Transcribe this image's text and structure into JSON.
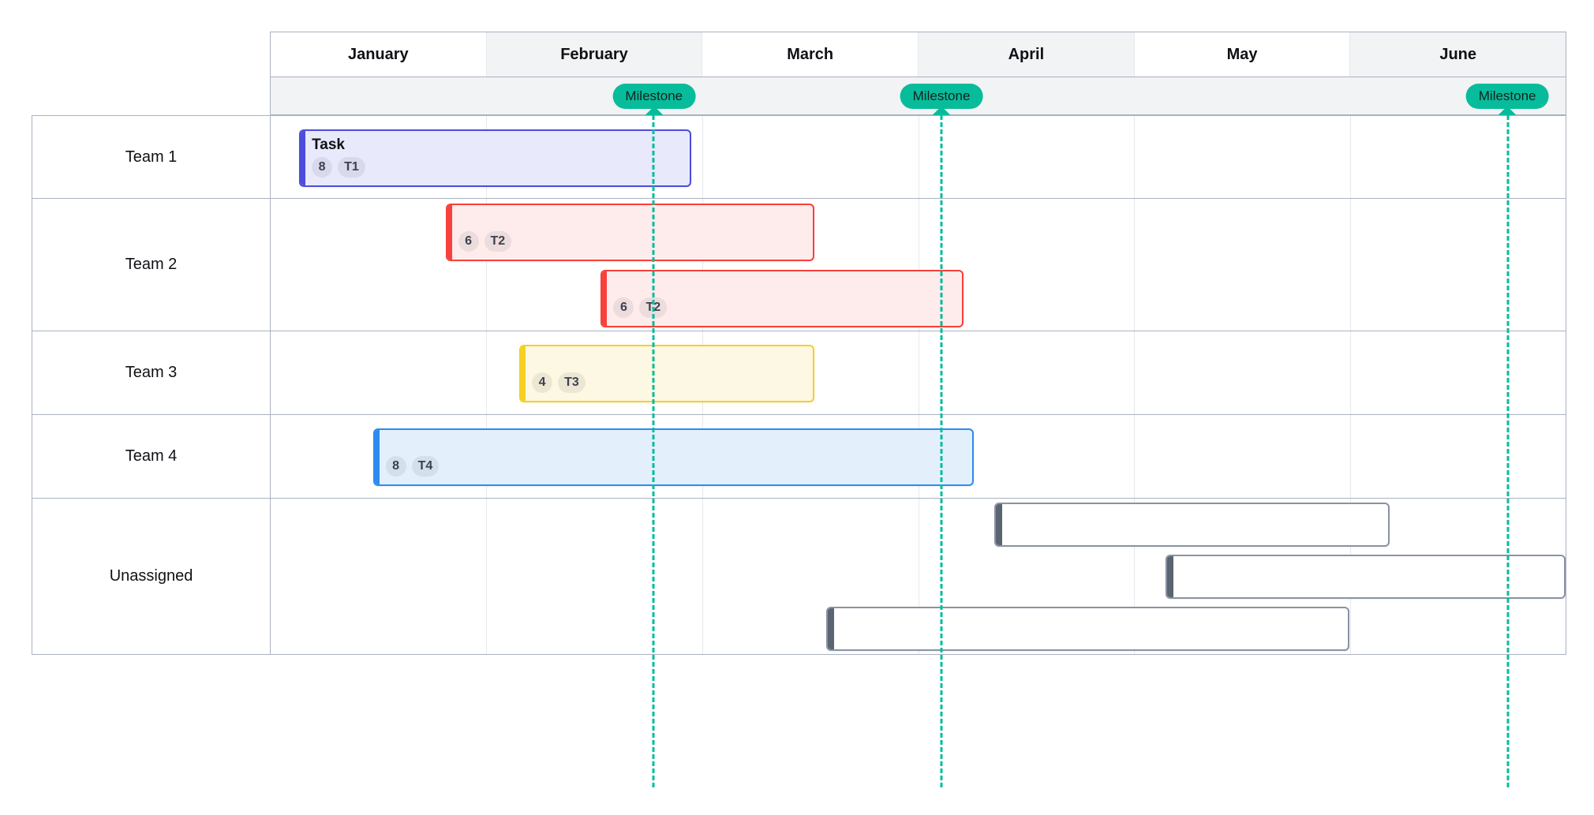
{
  "chart_data": {
    "type": "gantt",
    "title": "",
    "timeline": {
      "months": [
        "January",
        "February",
        "March",
        "April",
        "May",
        "June"
      ],
      "unit_count": 6
    },
    "rows": [
      {
        "label": "Team 1"
      },
      {
        "label": "Team 2"
      },
      {
        "label": "Team 3"
      },
      {
        "label": "Team 4"
      },
      {
        "label": "Unassigned"
      }
    ],
    "milestones": [
      {
        "label": "Milestone",
        "position_pct": 29.6
      },
      {
        "label": "Milestone",
        "position_pct": 51.8
      },
      {
        "label": "Milestone",
        "position_pct": 95.5
      }
    ],
    "tasks": [
      {
        "row": "Team 1",
        "title": "Task",
        "duration": "8",
        "code": "T1",
        "variant": "v-indigo",
        "start_pct": 2.2,
        "end_pct": 32.5,
        "lane": 0
      },
      {
        "row": "Team 2",
        "title": "",
        "duration": "6",
        "code": "T2",
        "variant": "v-red",
        "start_pct": 13.5,
        "end_pct": 42.0,
        "lane": 0
      },
      {
        "row": "Team 2",
        "title": "",
        "duration": "6",
        "code": "T2",
        "variant": "v-red",
        "start_pct": 25.5,
        "end_pct": 53.5,
        "lane": 1
      },
      {
        "row": "Team 3",
        "title": "",
        "duration": "4",
        "code": "T3",
        "variant": "v-yellow",
        "start_pct": 19.2,
        "end_pct": 42.0,
        "lane": 0
      },
      {
        "row": "Team 4",
        "title": "",
        "duration": "8",
        "code": "T4",
        "variant": "v-blue",
        "start_pct": 7.9,
        "end_pct": 54.3,
        "lane": 0
      },
      {
        "row": "Unassigned",
        "title": "",
        "duration": "",
        "code": "",
        "variant": "v-empty",
        "start_pct": 55.9,
        "end_pct": 86.4,
        "lane": 0
      },
      {
        "row": "Unassigned",
        "title": "",
        "duration": "",
        "code": "",
        "variant": "v-empty",
        "start_pct": 69.1,
        "end_pct": 100.0,
        "lane": 1
      },
      {
        "row": "Unassigned",
        "title": "",
        "duration": "",
        "code": "",
        "variant": "v-empty",
        "start_pct": 42.9,
        "end_pct": 83.3,
        "lane": 2
      }
    ],
    "colors": {
      "milestone": "#07bc9b",
      "grid_border": "#aab2bf",
      "grid_inner": "#e6e8ec",
      "header_alt": "#f1f3f5",
      "indigo": "#4c4ddc",
      "red": "#f8403c",
      "yellow": "#f6d021",
      "blue": "#2b8cf0",
      "empty_accent": "#5a6472"
    }
  }
}
